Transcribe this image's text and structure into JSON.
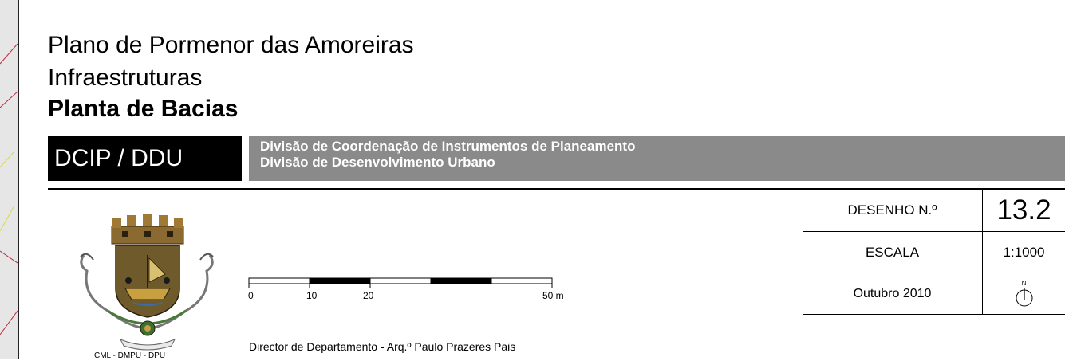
{
  "title": {
    "line1": "Plano de Pormenor das Amoreiras",
    "line2": "Infraestruturas",
    "line3": "Planta de Bacias"
  },
  "department": {
    "code": "DCIP / DDU",
    "line1": "Divisão de Coordenação de Instrumentos de Planeamento",
    "line2": "Divisão de Desenvolvimento Urbano"
  },
  "crest": {
    "icon": "lisbon-coat-of-arms-icon",
    "caption": "CML - DMPU - DPU"
  },
  "scale_bar": {
    "labels": [
      "0",
      "10",
      "20",
      "50 m"
    ]
  },
  "director": "Director de Departamento - Arq.º Paulo Prazeres Pais",
  "info_table": {
    "drawing_label": "DESENHO N.º",
    "drawing_number": "13.2",
    "scale_label": "ESCALA",
    "scale_value": "1:1000",
    "date": "Outubro 2010",
    "north_letter": "N",
    "north_icon": "north-arrow-icon"
  }
}
